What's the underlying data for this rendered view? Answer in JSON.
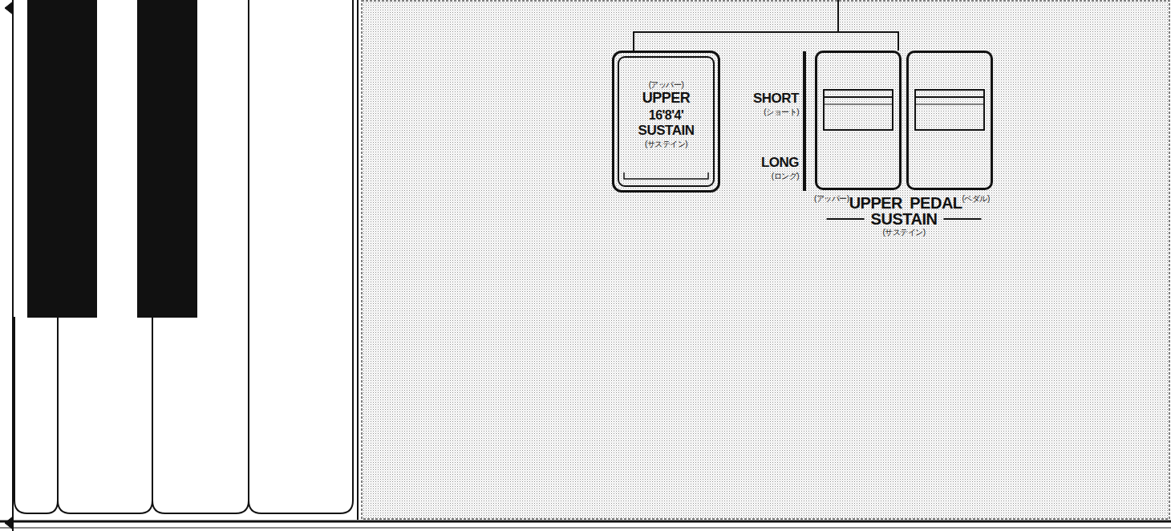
{
  "diagram": {
    "nodes": [
      {
        "text": [
          "(アッパー)",
          "UPPER",
          "16'8'4'",
          "SUSTAIN",
          "(サステイン)"
        ]
      },
      {
        "text": [
          "(アッパー)",
          "UPPER"
        ]
      },
      {
        "text": [
          "PEDAL",
          "(ペダル)"
        ]
      }
    ],
    "edges": [
      {
        "from": 0,
        "to": 1,
        "arrow": "none"
      }
    ],
    "labels": [
      "SHORT",
      "(ショート)",
      "LONG",
      "(ロング)",
      "SUSTAIN",
      "(サステイン)"
    ]
  }
}
